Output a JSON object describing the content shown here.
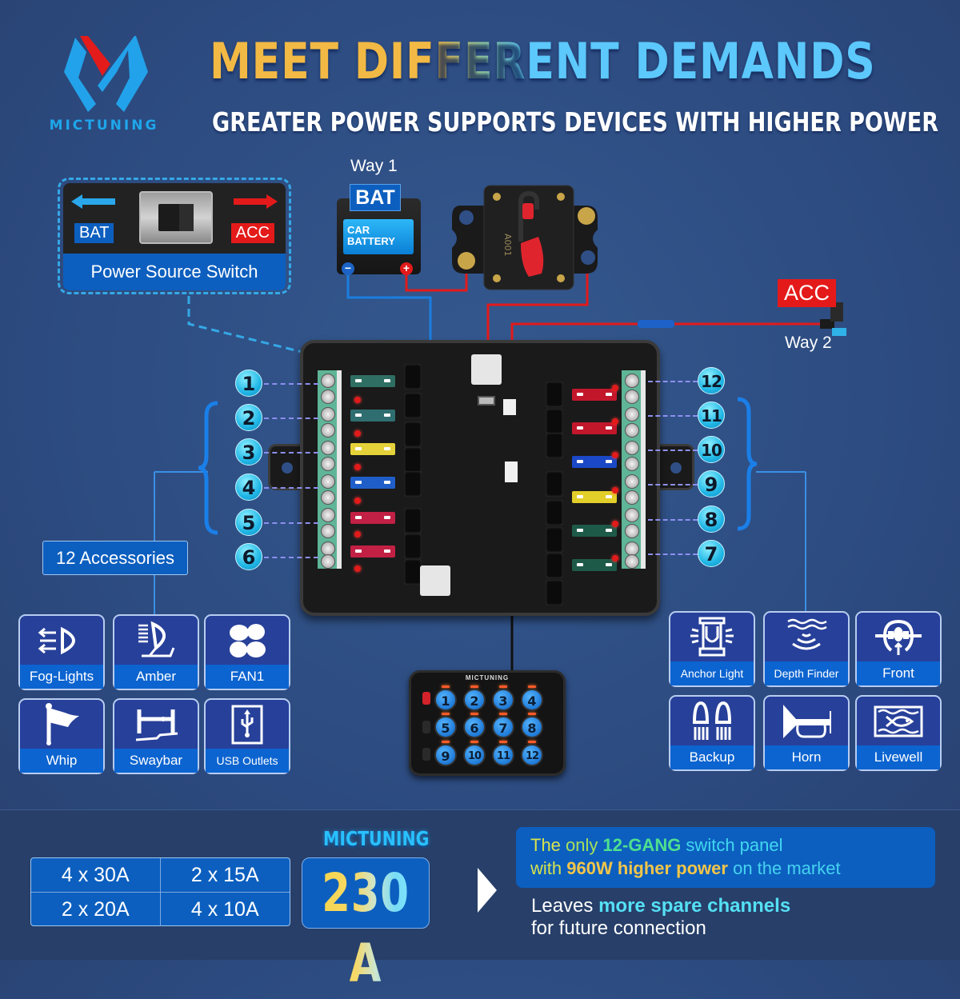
{
  "brand": {
    "name": "MICTUNING",
    "logo_icon": "m-logo-icon"
  },
  "header": {
    "title_part1": "MEET DIF",
    "title_part2": "FER",
    "title_part3": "ENT DEMANDS",
    "subtitle": "GREATER POWER SUPPORTS DEVICES WITH HIGHER POWER"
  },
  "power_switch": {
    "left_label": "BAT",
    "right_label": "ACC",
    "caption": "Power Source Switch",
    "left_arrow_color": "#2aa7ea",
    "right_arrow_color": "#e41a1a"
  },
  "way1": {
    "label": "Way 1",
    "bat_label": "BAT",
    "battery_text_line1": "CAR",
    "battery_text_line2": "BATTERY",
    "neg": "−",
    "pos": "+"
  },
  "breaker": {
    "rating_text": "A001"
  },
  "way2": {
    "acc_label": "ACC",
    "label": "Way 2"
  },
  "fuse_box": {
    "left_channels": [
      "1",
      "2",
      "3",
      "4",
      "5",
      "6"
    ],
    "right_channels": [
      "12",
      "11",
      "10",
      "9",
      "8",
      "7"
    ],
    "left_fuse_colors": [
      "#2f6e63",
      "#2f6e70",
      "#e5d23a",
      "#1f5ec8",
      "#c22044",
      "#c22044"
    ],
    "right_fuse_colors": [
      "#c2172b",
      "#c2172b",
      "#1b48c6",
      "#e2cf2a",
      "#1e5a48",
      "#1e5a48"
    ]
  },
  "accessories_label": "12 Accessories",
  "left_accessories": [
    {
      "label": "Fog-Lights",
      "icon": "fog-lights-icon"
    },
    {
      "label": "Amber",
      "icon": "amber-light-icon"
    },
    {
      "label": "FAN1",
      "icon": "fan-icon"
    },
    {
      "label": "Whip",
      "icon": "whip-flag-icon"
    },
    {
      "label": "Swaybar",
      "icon": "swaybar-icon"
    },
    {
      "label": "USB Outlets",
      "icon": "usb-icon"
    }
  ],
  "right_accessories": [
    {
      "label": "Anchor Light",
      "icon": "anchor-light-icon"
    },
    {
      "label": "Depth Finder",
      "icon": "depth-finder-icon"
    },
    {
      "label": "Front",
      "icon": "front-light-icon"
    },
    {
      "label": "Backup",
      "icon": "backup-lights-icon"
    },
    {
      "label": "Horn",
      "icon": "horn-icon"
    },
    {
      "label": "Livewell",
      "icon": "livewell-fish-icon"
    }
  ],
  "keypad": {
    "brand": "MICTUNING",
    "keys": [
      "1",
      "2",
      "3",
      "4",
      "5",
      "6",
      "7",
      "8",
      "9",
      "10",
      "11",
      "12"
    ]
  },
  "specs": {
    "fuse_ratings": [
      "4 x 30A",
      "2 x 15A",
      "2 x 20A",
      "4 x 10A"
    ],
    "brand": "MICTUNING",
    "total": "230 A"
  },
  "promo": {
    "line1_a": "The ",
    "line1_b": "only ",
    "line1_c": "12-GANG",
    "line1_d": " switch panel",
    "line2_a": "with ",
    "line2_b": "960W higher power",
    "line2_c": " on the market",
    "spare_a": "Leaves ",
    "spare_b": "more spare channels",
    "spare_c": "for future connection"
  }
}
